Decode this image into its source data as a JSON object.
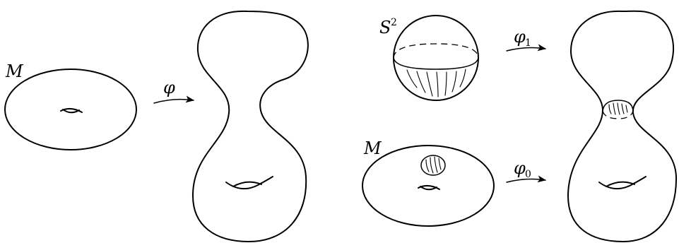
{
  "colors": {
    "ink": "#000000",
    "background": "#ffffff"
  },
  "labels": {
    "torus_left": "M",
    "map_phi": "φ",
    "sphere_base": "S",
    "sphere_exp": "2",
    "map_phi1_base": "φ",
    "map_phi1_sub": "1",
    "torus_bottom": "M",
    "map_phi0_base": "φ",
    "map_phi0_sub": "0"
  }
}
